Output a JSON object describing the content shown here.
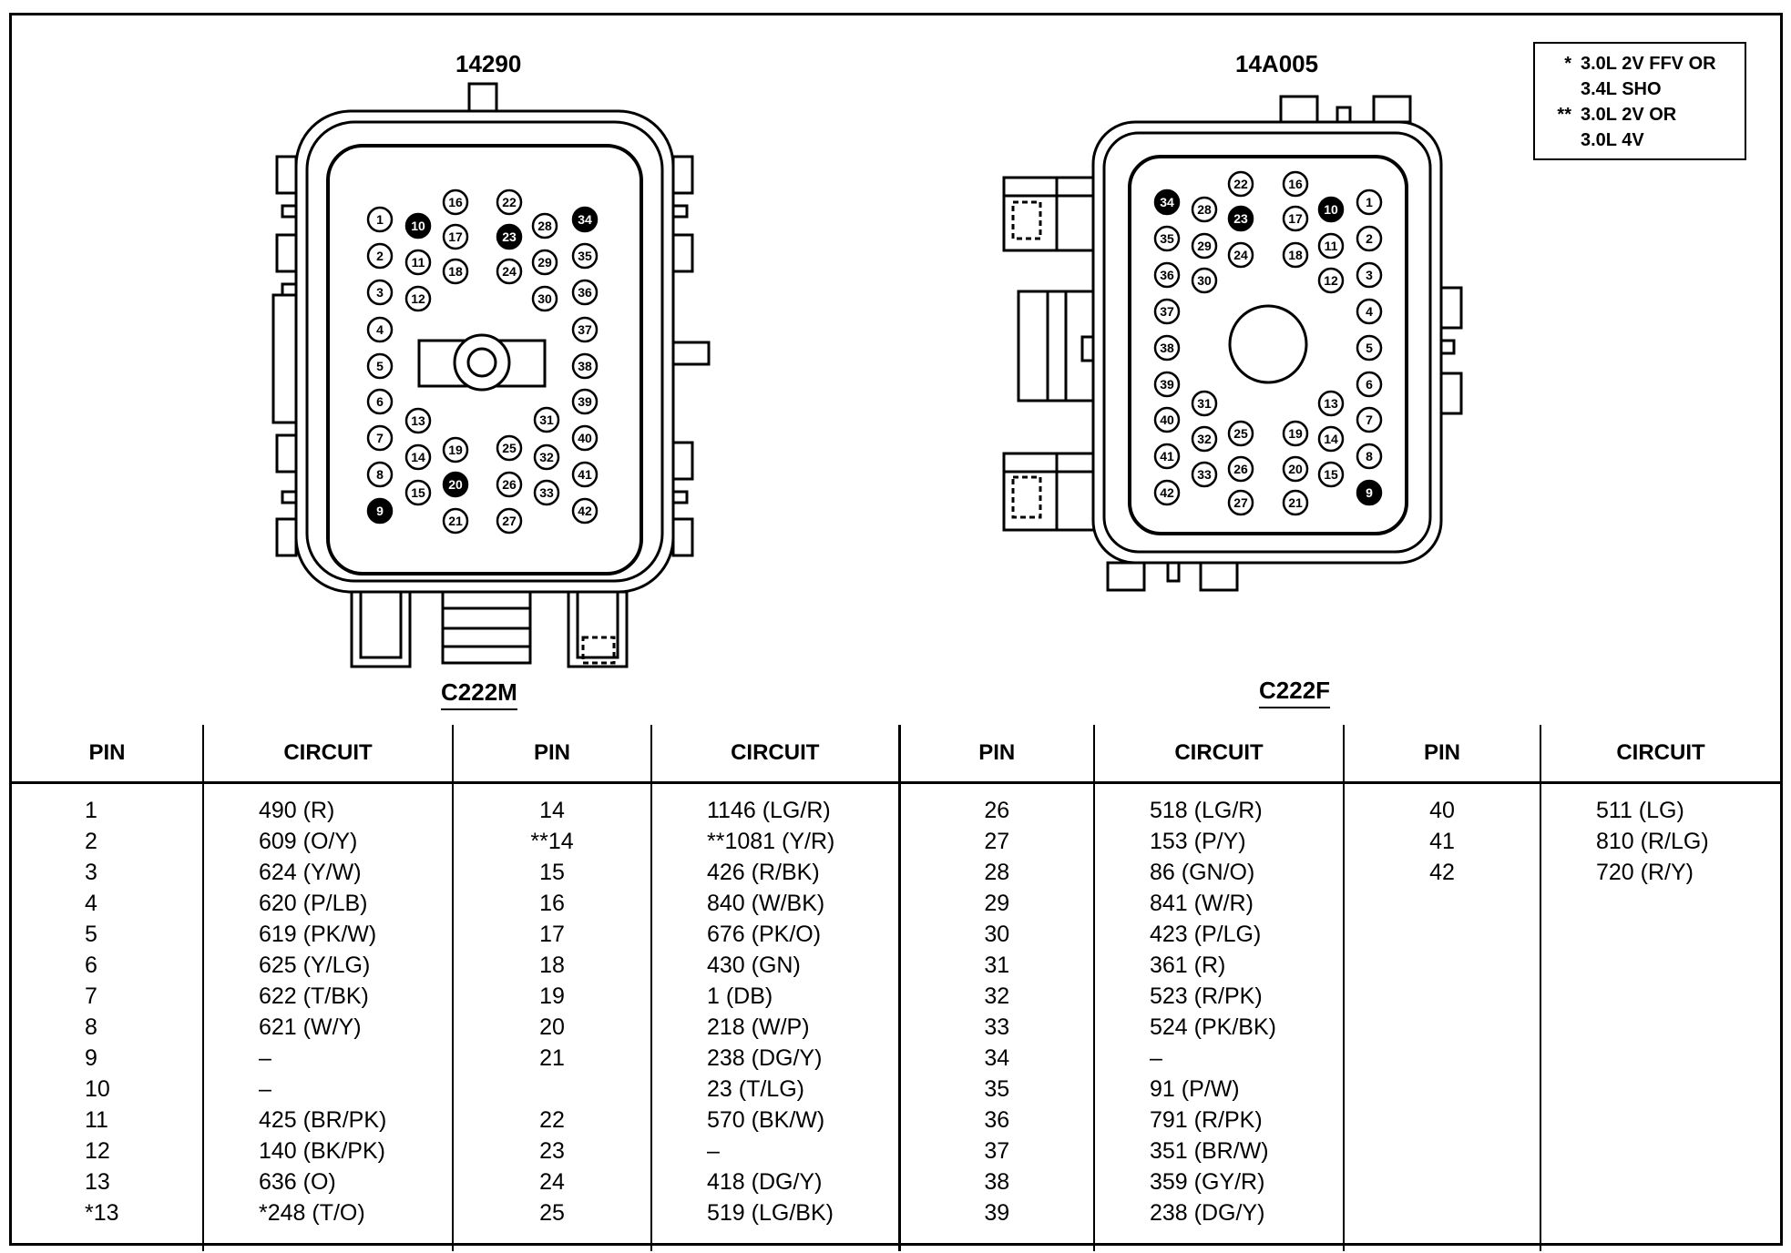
{
  "connectors": [
    {
      "id": "14290",
      "name": "C222M"
    },
    {
      "id": "14A005",
      "name": "C222F"
    }
  ],
  "legend": [
    {
      "mark": "*",
      "text": "3.0L 2V FFV OR\n3.4L SHO"
    },
    {
      "mark": "**",
      "text": "3.0L 2V OR\n3.0L 4V"
    }
  ],
  "pin_labels": {
    "c222m": [
      "1",
      "2",
      "3",
      "4",
      "5",
      "6",
      "7",
      "8",
      "9",
      "10",
      "11",
      "12",
      "13",
      "14",
      "15",
      "16",
      "17",
      "18",
      "19",
      "20",
      "21",
      "22",
      "23",
      "24",
      "25",
      "26",
      "27",
      "28",
      "29",
      "30",
      "31",
      "32",
      "33",
      "34",
      "35",
      "36",
      "37",
      "38",
      "39",
      "40",
      "41",
      "42"
    ],
    "c222f": [
      "1",
      "2",
      "3",
      "4",
      "5",
      "6",
      "7",
      "8",
      "9",
      "10",
      "11",
      "12",
      "13",
      "14",
      "15",
      "16",
      "17",
      "18",
      "19",
      "20",
      "21",
      "22",
      "23",
      "24",
      "25",
      "26",
      "27",
      "28",
      "29",
      "30",
      "31",
      "32",
      "33",
      "34",
      "35",
      "36",
      "37",
      "38",
      "39",
      "40",
      "41",
      "42"
    ]
  },
  "table": {
    "headers": [
      "PIN",
      "CIRCUIT",
      "PIN",
      "CIRCUIT",
      "PIN",
      "CIRCUIT",
      "PIN",
      "CIRCUIT"
    ],
    "groups": [
      {
        "pins": [
          "1",
          "2",
          "3",
          "4",
          "5",
          "6",
          "7",
          "8",
          "9",
          "10",
          "11",
          "12",
          "13",
          "*13"
        ],
        "circuits": [
          "490 (R)",
          "609 (O/Y)",
          "624 (Y/W)",
          "620 (P/LB)",
          "619 (PK/W)",
          "625 (Y/LG)",
          "622 (T/BK)",
          "621 (W/Y)",
          "–",
          "–",
          "425 (BR/PK)",
          "140 (BK/PK)",
          "636 (O)",
          "*248 (T/O)"
        ]
      },
      {
        "pins": [
          "14",
          "**14",
          "15",
          "16",
          "17",
          "18",
          "19",
          "20",
          "21",
          "",
          "22",
          "23",
          "24",
          "25"
        ],
        "circuits": [
          "1146 (LG/R)",
          "**1081 (Y/R)",
          "426 (R/BK)",
          "840 (W/BK)",
          "676 (PK/O)",
          "430 (GN)",
          "1 (DB)",
          "218 (W/P)",
          "238 (DG/Y)",
          "23 (T/LG)",
          "570 (BK/W)",
          "–",
          "418 (DG/Y)",
          "519 (LG/BK)"
        ]
      },
      {
        "pins": [
          "26",
          "27",
          "28",
          "29",
          "30",
          "31",
          "32",
          "33",
          "34",
          "35",
          "36",
          "37",
          "38",
          "39"
        ],
        "circuits": [
          "518 (LG/R)",
          "153 (P/Y)",
          "86 (GN/O)",
          "841 (W/R)",
          "423 (P/LG)",
          "361 (R)",
          "523 (R/PK)",
          "524 (PK/BK)",
          "–",
          "91 (P/W)",
          "791 (R/PK)",
          "351 (BR/W)",
          "359 (GY/R)",
          "238 (DG/Y)"
        ]
      },
      {
        "pins": [
          "40",
          "41",
          "42"
        ],
        "circuits": [
          "511 (LG)",
          "810 (R/LG)",
          "720 (R/Y)"
        ]
      }
    ]
  }
}
